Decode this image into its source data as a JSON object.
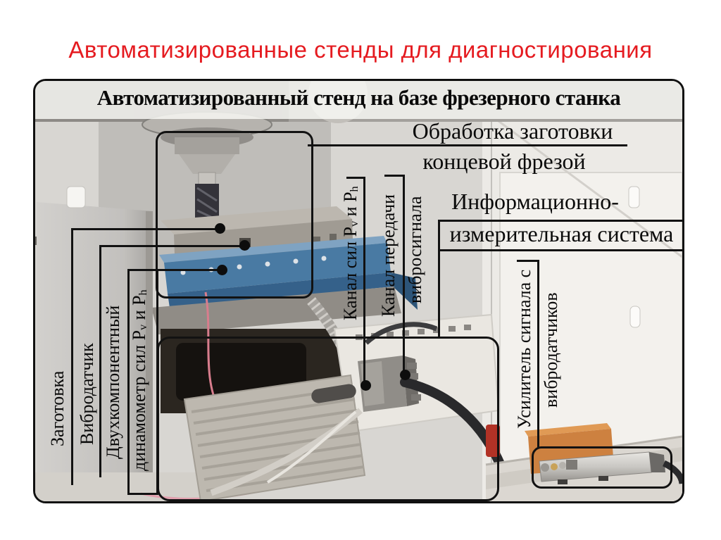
{
  "slide": {
    "title": "Автоматизированные стенды для диагностирования"
  },
  "panel": {
    "header": "Автоматизированный стенд на базе фрезерного станка"
  },
  "callouts": {
    "processing": {
      "line1": "Обработка заготовки",
      "line2": "концевой фрезой"
    },
    "ims": {
      "line1": "Информационно-",
      "line2": "измерительная система"
    },
    "workpiece": "Заготовка",
    "vibration_sensor": "Вибродатчик",
    "dynamometer": {
      "line1": "Двухкомпонентный",
      "line2_pre": "динамометр сил P",
      "line2_sub1": "v",
      "line2_mid": " и P",
      "line2_sub2": "h"
    },
    "force_channel": {
      "pre": "Канал сил P",
      "sub1": "v",
      "mid": " и P",
      "sub2": "h"
    },
    "vibro_channel": {
      "line1": "Канал передачи",
      "line2": "вибросигнала"
    },
    "amplifier": {
      "line1": "Усилитель сигнала с",
      "line2": "вибродатчиков"
    }
  },
  "colors": {
    "title": "#e51b20",
    "callout": "#121212"
  }
}
